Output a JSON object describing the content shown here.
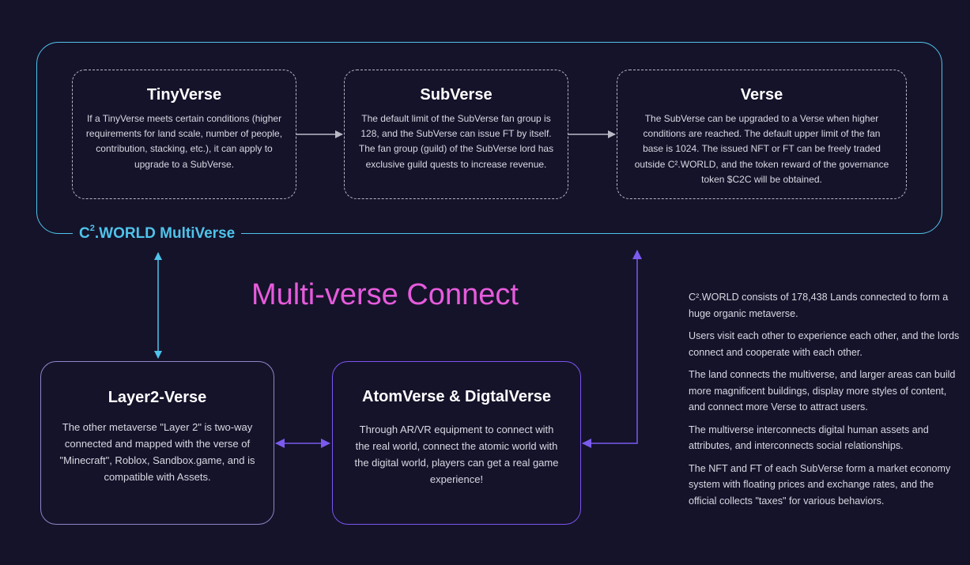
{
  "multiverse_label": {
    "prefix": "C",
    "sup": "2",
    "rest": ".WORLD MultiVerse"
  },
  "top_boxes": [
    {
      "title": "TinyVerse",
      "text": "If a TinyVerse meets certain conditions (higher requirements for land scale, number of people, contribution, stacking, etc.), it can apply to upgrade to a SubVerse."
    },
    {
      "title": "SubVerse",
      "text": "The default limit of the SubVerse fan group is 128, and the SubVerse can issue FT by itself. The fan group (guild) of the SubVerse lord has exclusive guild quests to increase revenue."
    },
    {
      "title": "Verse",
      "text": "The SubVerse can be upgraded to a Verse when higher conditions are reached. The default upper limit of the fan base is 1024. The issued NFT or FT can be freely traded outside C².WORLD, and the token reward of the governance token $C2C will be obtained."
    }
  ],
  "headline": "Multi-verse Connect",
  "bottom_boxes": [
    {
      "title": "Layer2-Verse",
      "text": "The other metaverse \"Layer 2\" is two-way connected and mapped with the verse of \"Minecraft\", Roblox, Sandbox.game, and is compatible with Assets."
    },
    {
      "title": "AtomVerse & DigtalVerse",
      "text": "Through AR/VR equipment to connect with the real world, connect the atomic world with the digital world, players can get a real game experience!"
    }
  ],
  "notes": [
    "C².WORLD consists of 178,438 Lands connected to form a huge organic metaverse.",
    "Users visit each other to experience each other, and the lords connect and cooperate with each other.",
    "The land connects the multiverse, and larger areas can build more magnificent buildings, display more styles of content, and connect more Verse to attract users.",
    "The multiverse interconnects digital human assets and attributes, and interconnects social relationships.",
    "The NFT and FT of each SubVerse form a market economy system with floating prices and exchange rates, and the official collects \"taxes\" for various behaviors."
  ],
  "colors": {
    "background": "#15132a",
    "multiverse_border": "#4fc3ea",
    "headline": "#e65bdc",
    "layer2_border": "#8e86c8",
    "atom_border": "#7c55ee",
    "arrow_purple": "#7a5bee",
    "arrow_grey": "#b9b9c6"
  }
}
